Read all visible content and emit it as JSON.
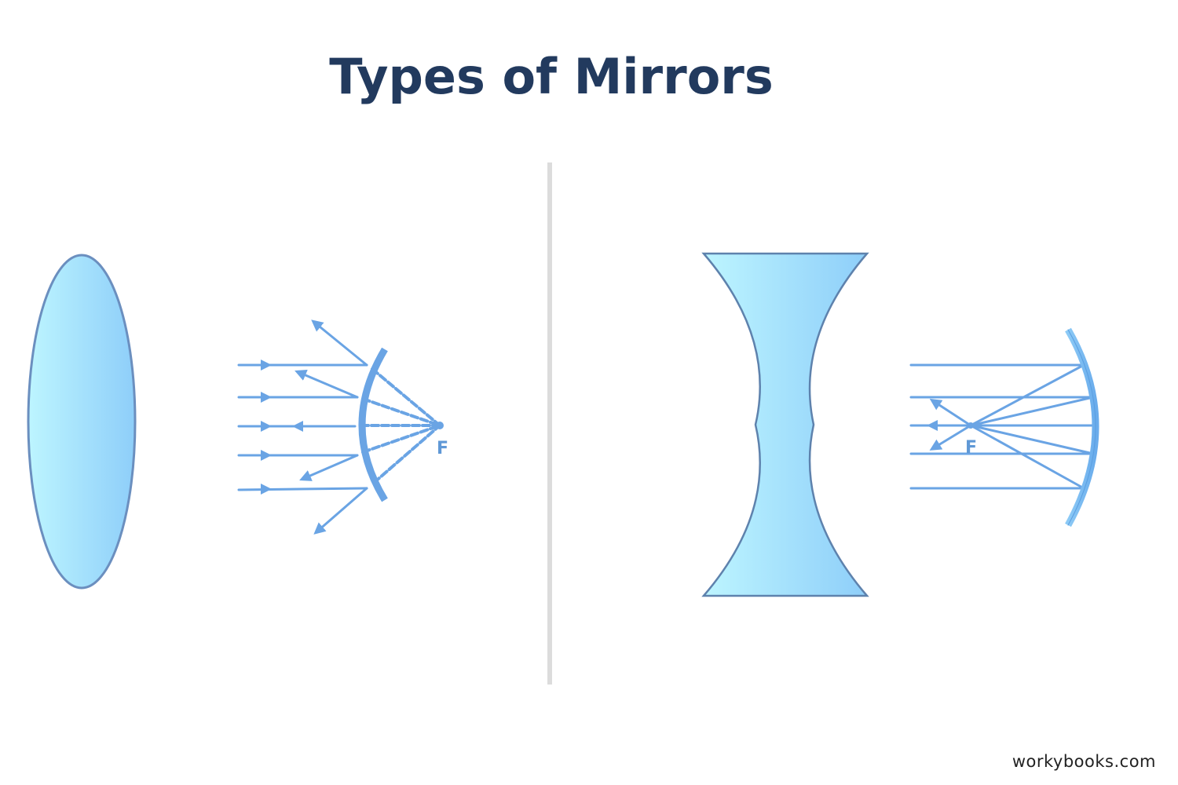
{
  "title": "Types of Mirrors",
  "footer": {
    "brand": "workybooks.com"
  },
  "colors": {
    "title": "#223a5e",
    "ray": "#6aa4e4",
    "lens_fill_left": "#b9f3ff",
    "lens_fill_right": "#8fd0fa",
    "lens_stroke": "#6b8fbf",
    "mirror_fill": "#7dbcf0",
    "divider": "#dcdcdc"
  },
  "left_panel": {
    "lens_shape": "convex-lens",
    "mirror_type": "convex-mirror",
    "focal_label": "F",
    "incoming_ray_count": 5
  },
  "right_panel": {
    "lens_shape": "concave-lens",
    "mirror_type": "concave-mirror",
    "focal_label": "F",
    "incoming_ray_count": 5
  }
}
